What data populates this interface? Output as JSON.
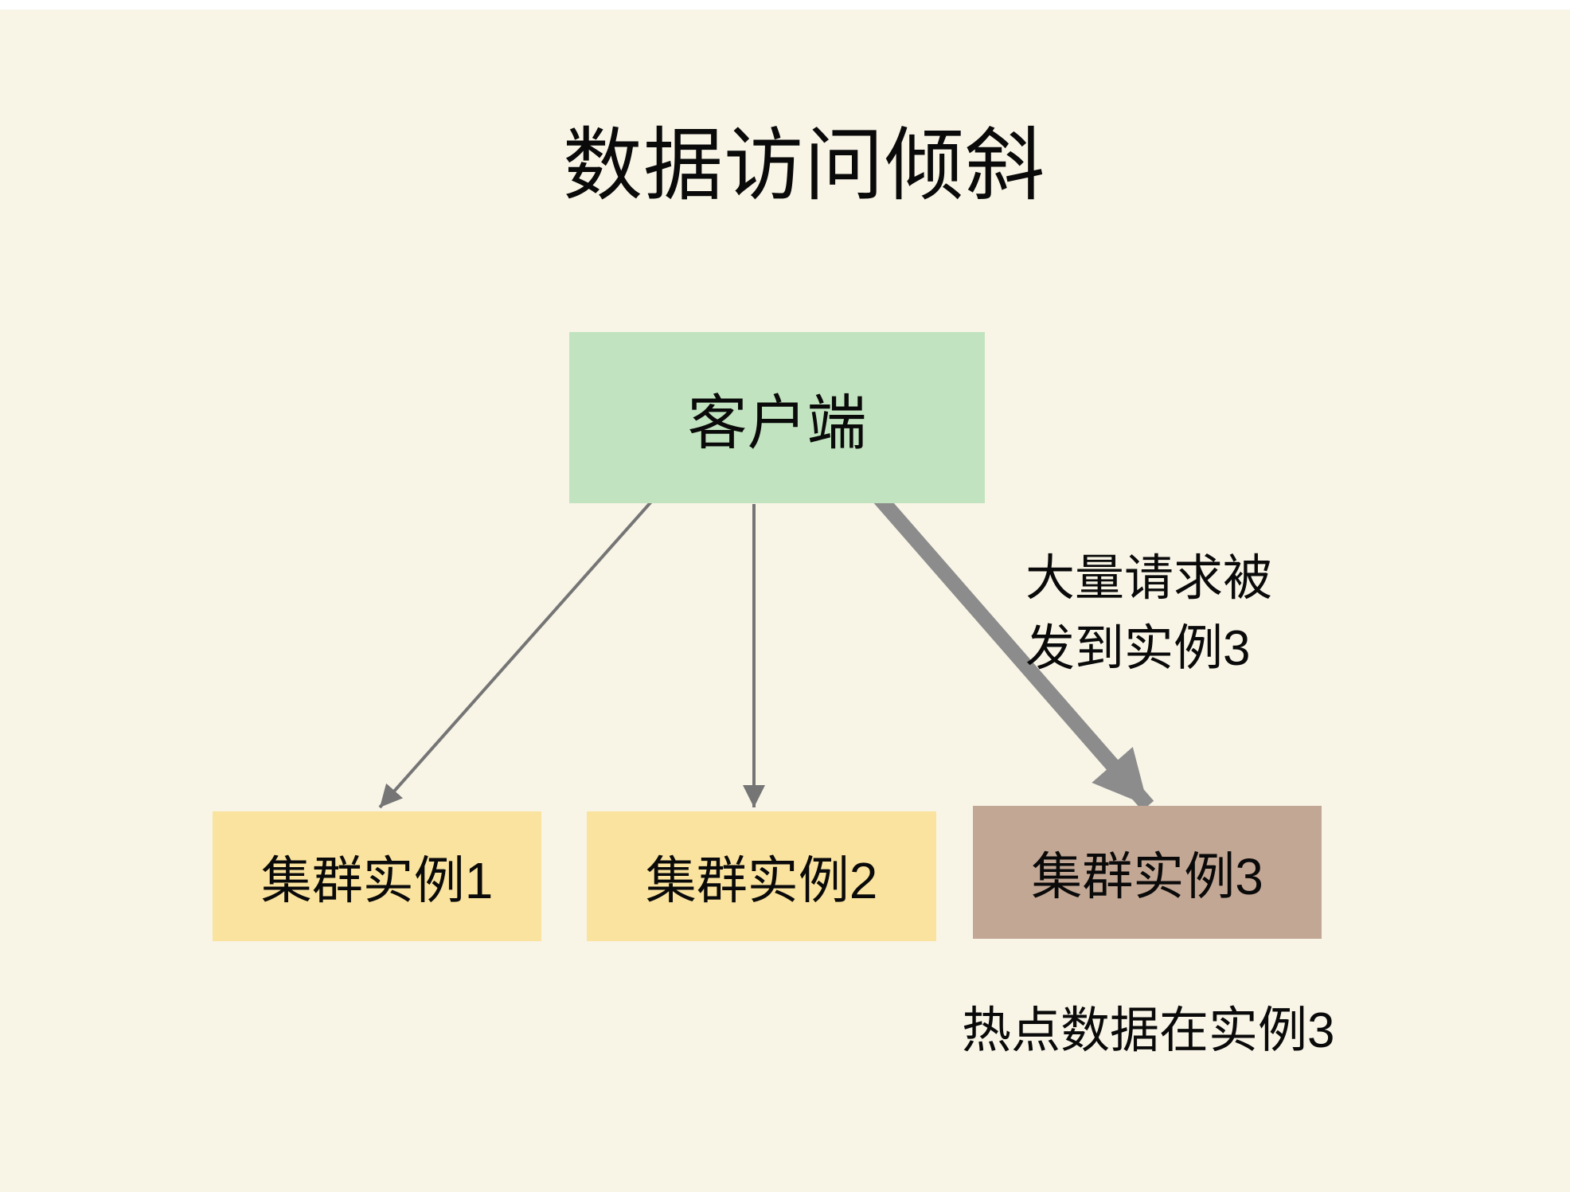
{
  "title": "数据访问倾斜",
  "nodes": {
    "client": {
      "label": "客户端",
      "color": "#C2E3BF"
    },
    "instance1": {
      "label": "集群实例1",
      "color": "#FAE39E"
    },
    "instance2": {
      "label": "集群实例2",
      "color": "#FAE39E"
    },
    "instance3": {
      "label": "集群实例3",
      "color": "#C3A795"
    }
  },
  "annotations": {
    "arrow_note_line1": "大量请求被",
    "arrow_note_line2": "发到实例3",
    "bottom_note": "热点数据在实例3"
  },
  "colors": {
    "background": "#F8F5E7",
    "thin_arrow": "#757575",
    "thick_arrow": "#8C8C8C"
  }
}
